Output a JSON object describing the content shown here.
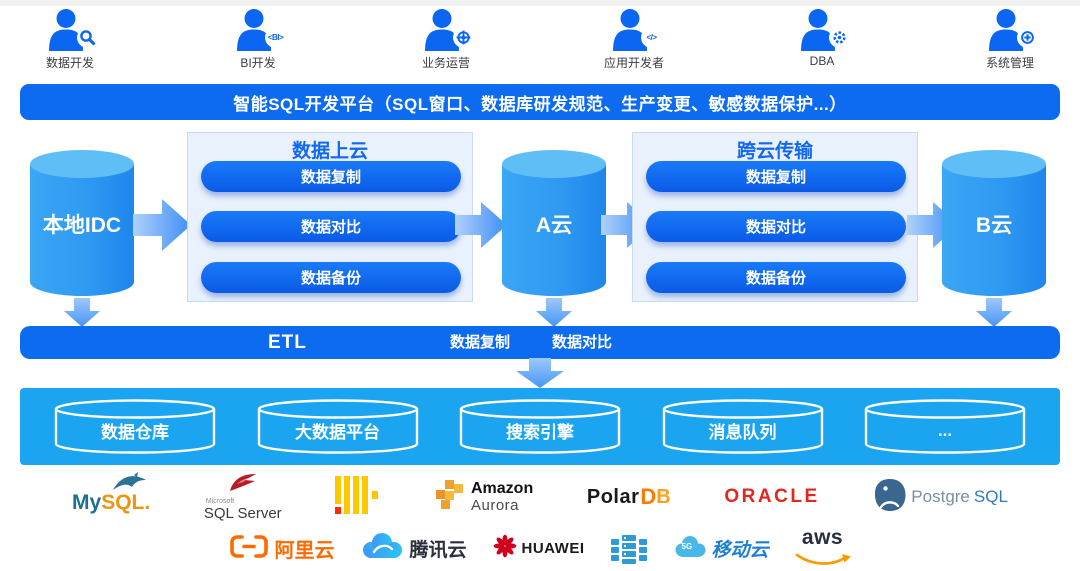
{
  "top_roles": {
    "items": [
      {
        "label": "数据开发",
        "icon": "user-magnifier-icon"
      },
      {
        "label": "BI开发",
        "icon": "user-bi-icon",
        "badge_text": "<BI>"
      },
      {
        "label": "业务运营",
        "icon": "user-helm-icon"
      },
      {
        "label": "应用开发者",
        "icon": "user-code-icon",
        "badge_text": "</>"
      },
      {
        "label": "DBA",
        "icon": "user-gear-icon"
      },
      {
        "label": "系统管理",
        "icon": "user-plus-icon"
      }
    ]
  },
  "banner": {
    "text": "智能SQL开发平台（SQL窗口、数据库研发规范、生产变更、敏感数据保护...）"
  },
  "flow": {
    "local_idc": "本地IDC",
    "cloud_a": "A云",
    "cloud_b": "B云",
    "upload": {
      "title": "数据上云",
      "items": [
        "数据复制",
        "数据对比",
        "数据备份"
      ]
    },
    "cross": {
      "title": "跨云传输",
      "items": [
        "数据复制",
        "数据对比",
        "数据备份"
      ]
    }
  },
  "etl": {
    "label": "ETL",
    "items": [
      "数据复制",
      "数据对比"
    ]
  },
  "storage": {
    "items": [
      "数据仓库",
      "大数据平台",
      "搜索引擎",
      "消息队列",
      "..."
    ]
  },
  "db_logos": {
    "mysql": {
      "my": "My",
      "sql": "SQL",
      "dot": ".",
      "icon": "mysql-dolphin-icon"
    },
    "sqlserver": {
      "brand": "Microsoft",
      "name": "SQL Server",
      "icon": "sql-server-fan-icon"
    },
    "clickhouse": {
      "icon": "clickhouse-bars-icon"
    },
    "aurora": {
      "line1": "Amazon",
      "line2": "Aurora",
      "icon": "aws-cubes-icon"
    },
    "polardb": {
      "p1": "Polar",
      "p2": "D",
      "p3": "B"
    },
    "oracle": {
      "name": "ORACLE"
    },
    "postgresql": {
      "p1": "Postgre",
      "p2": "SQL",
      "icon": "postgresql-elephant-icon"
    }
  },
  "vendors": {
    "aliyun": "阿里云",
    "tencent": "腾讯云",
    "huawei": "HUAWEI",
    "mobile": "移动云",
    "mobile_badge": "5G",
    "aws": "aws"
  },
  "colors": {
    "primary_blue": "#0D6BF0",
    "band_blue": "#1BA4F0",
    "cylinder_blue": "#2E9CF2",
    "box_bg": "#E9F1FC",
    "box_title_blue": "#1268F0",
    "aliyun_orange": "#FF6A00",
    "oracle_red": "#E4261F",
    "huawei_red": "#D0021B",
    "aws_orange": "#FF9900",
    "aws_dark": "#252F3E"
  }
}
